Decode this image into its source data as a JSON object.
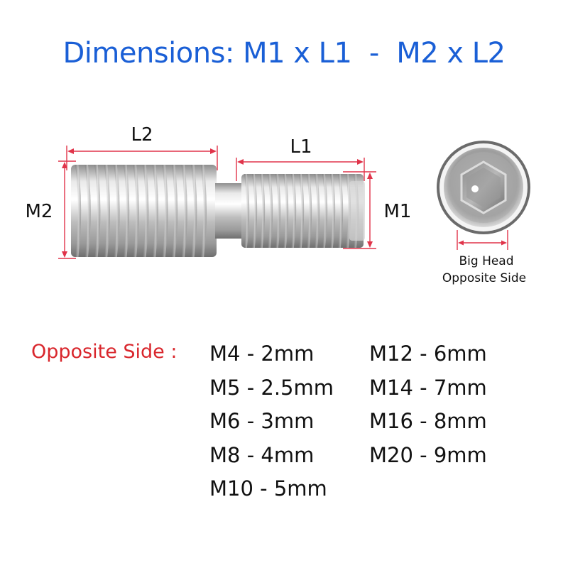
{
  "title": "Dimensions: M1 x L1  -  M2 x L2",
  "labels": {
    "l2": "L2",
    "l1": "L1",
    "m2": "M2",
    "m1": "M1",
    "head_line1": "Big Head",
    "head_line2": "Opposite Side"
  },
  "opposite_side": {
    "label": "Opposite Side :",
    "column1": [
      "M4 - 2mm",
      "M5 - 2.5mm",
      "M6 - 3mm",
      "M8 - 4mm",
      "M10 - 5mm"
    ],
    "column2": [
      "M12 - 6mm",
      "M14 - 7mm",
      "M16 - 8mm",
      "M20 - 9mm"
    ]
  },
  "colors": {
    "title": "#1a5fd6",
    "dimension_lines": "#e0344a",
    "opposite_side_label": "#d9262c",
    "text": "#111111"
  }
}
